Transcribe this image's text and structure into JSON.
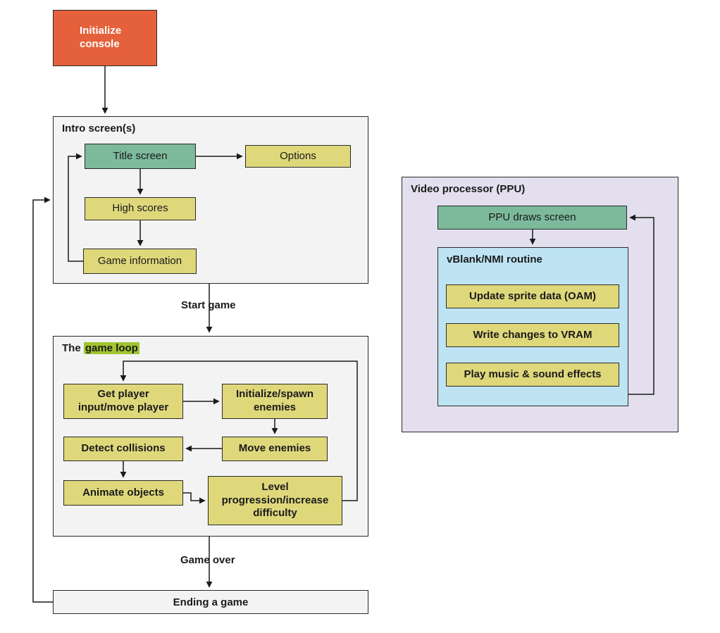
{
  "colors": {
    "orange": "#E4613C",
    "yellow": "#DFD87B",
    "green": "#7CBA9B",
    "highlight": "#A1C52F",
    "lavender": "#E3DFEE",
    "light_blue": "#BEE4F4",
    "panel_gray": "#F3F3F3",
    "border": "#2A2A2A",
    "text": "#1A1A1A",
    "line": "#1A1A1A"
  },
  "init_console": {
    "label": "Initialize\nconsole"
  },
  "intro": {
    "title": "Intro screen(s)",
    "title_screen": "Title screen",
    "options": "Options",
    "high_scores": "High scores",
    "game_information": "Game information"
  },
  "flow_labels": {
    "start_game": "Start game",
    "game_over": "Game over"
  },
  "game_loop": {
    "title_prefix": "The ",
    "title_highlight": "game loop",
    "get_player": "Get player\ninput/move player",
    "initialize_spawn": "Initialize/spawn\nenemies",
    "move_enemies": "Move enemies",
    "detect_collisions": "Detect collisions",
    "animate_objects": "Animate objects",
    "level_progression": "Level\nprogression/increase\ndifficulty"
  },
  "ending": {
    "label": "Ending a game"
  },
  "ppu": {
    "title": "Video processor (PPU)",
    "draws_screen": "PPU draws screen",
    "vblank": {
      "title": "vBlank/NMI routine",
      "update_sprite": "Update sprite data (OAM)",
      "write_vram": "Write changes to VRAM",
      "play_music": "Play music & sound effects"
    }
  }
}
